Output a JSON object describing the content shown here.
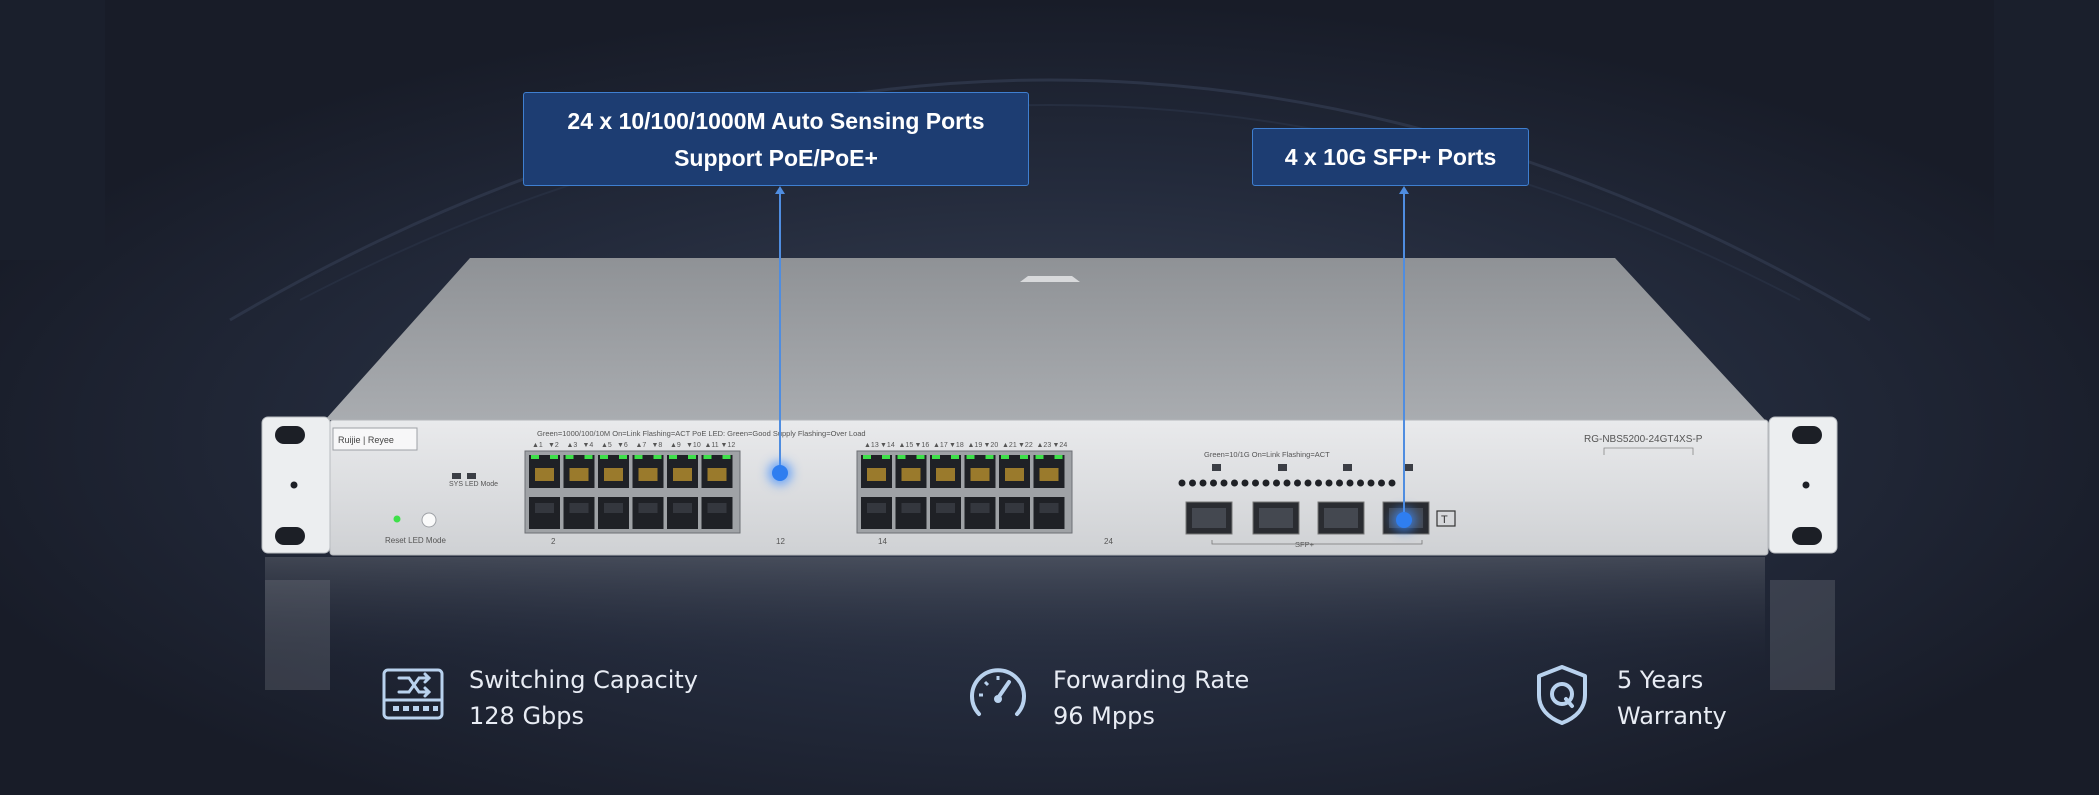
{
  "callouts": {
    "rj45_line1": "24 x 10/100/1000M Auto Sensing Ports",
    "rj45_line2": "Support PoE/PoE+",
    "sfp": "4 x 10G SFP+ Ports"
  },
  "device": {
    "brand": "Ruijie | Reyee",
    "model": "RG-NBS5200-24GT4XS-P",
    "led_legend_rj45": "Green=1000/100/10M   On=Link   Flashing=ACT   PoE LED: Green=Good Supply   Flashing=Over Load",
    "led_legend_sfp": "Green=10/1G   On=Link   Flashing=ACT",
    "sys_led_label": "SYS  LED Mode",
    "reset_label": "Reset  LED Mode",
    "sfp_group_label": "SFP+",
    "port_numbers": [
      "2",
      "12",
      "14",
      "24"
    ],
    "top_port_labels_left": [
      "▲1",
      "▼2",
      "▲3",
      "▼4",
      "▲5",
      "▼6",
      "▲7",
      "▼8",
      "▲9",
      "▼10",
      "▲11",
      "▼12"
    ],
    "top_port_labels_right": [
      "▲13",
      "▼14",
      "▲15",
      "▼16",
      "▲17",
      "▼18",
      "▲19",
      "▼20",
      "▲21",
      "▼22",
      "▲23",
      "▼24"
    ]
  },
  "specs": [
    {
      "icon": "switch-icon",
      "line1": "Switching Capacity",
      "line2": "128 Gbps"
    },
    {
      "icon": "speedometer-icon",
      "line1": "Forwarding Rate",
      "line2": "96 Mpps"
    },
    {
      "icon": "shield-icon",
      "line1": "5 Years",
      "line2": "Warranty"
    }
  ],
  "colors": {
    "background": "#1b2030",
    "callout_fill": "#1d3d72",
    "callout_border": "#3f7fd0",
    "leader": "#4f8de0",
    "led_green": "#3ee04a",
    "icon": "#b9d2ee"
  }
}
